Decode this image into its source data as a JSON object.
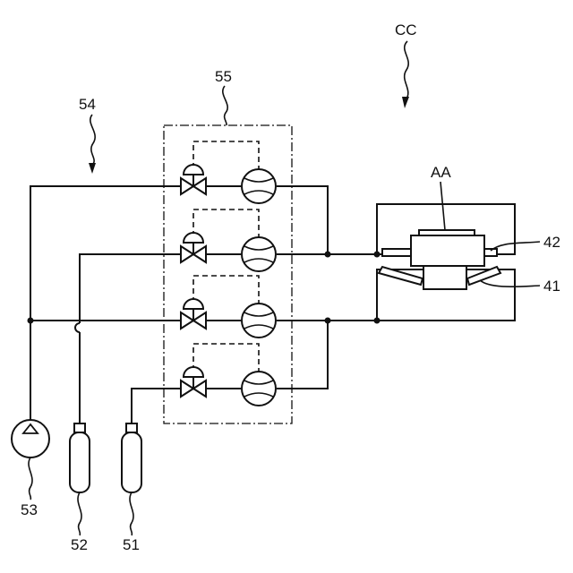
{
  "labels": {
    "system": "CC",
    "gas_supply_unit": "55",
    "line": "54",
    "apparatus": "AA",
    "upper_part": "42",
    "lower_part": "41",
    "pump": "53",
    "cylinder_left": "52",
    "cylinder_right": "51"
  },
  "line_color": "#111111",
  "background_color": "#ffffff"
}
